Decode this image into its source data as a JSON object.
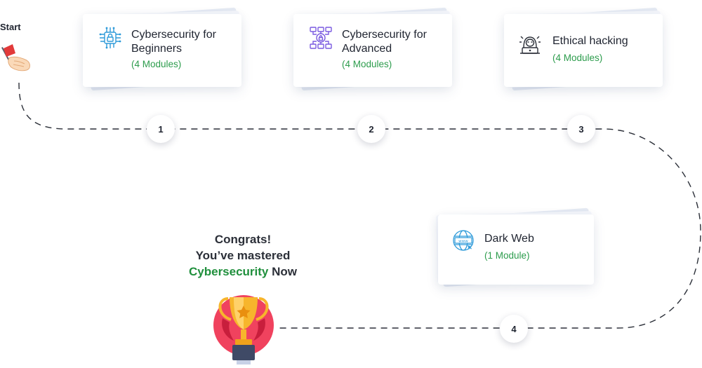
{
  "start": {
    "label": "Start"
  },
  "cards": [
    {
      "title_line1": "Cybersecurity for",
      "title_line2": "Beginners",
      "modules": "(4 Modules)",
      "icon": "circuit-lock-icon"
    },
    {
      "title_line1": "Cybersecurity for",
      "title_line2": "Advanced",
      "modules": "(4 Modules)",
      "icon": "network-lock-icon"
    },
    {
      "title_line1": "Ethical hacking",
      "modules": "(4 Modules)",
      "icon": "hacker-icon"
    },
    {
      "title_line1": "Dark Web",
      "modules": "(1 Module)",
      "icon": "globe-www-icon"
    }
  ],
  "steps": [
    "1",
    "2",
    "3",
    "4"
  ],
  "congrats": {
    "line1": "Congrats!",
    "line2": "You’ve mastered",
    "highlight": "Cybersecurity",
    "suffix": " Now"
  },
  "colors": {
    "accent_green": "#2c9c4c",
    "text_dark": "#1f2430",
    "card_back": "#e6ebf4",
    "trophy_circle": "#f0425e",
    "trophy_gold": "#f7b52c",
    "icon_blue": "#2d9ad9",
    "icon_purple": "#7a5ae0"
  }
}
